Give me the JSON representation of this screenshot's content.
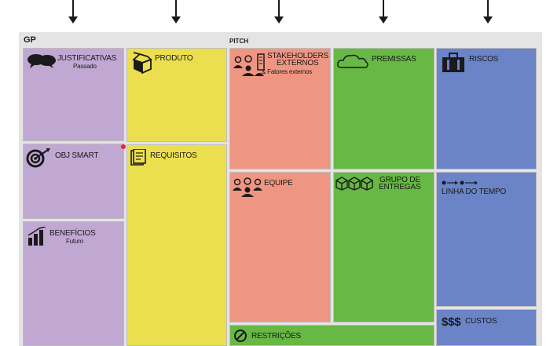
{
  "headers": {
    "gp": "GP",
    "pitch": "PITCH"
  },
  "cells": {
    "justificativas": {
      "title": "JUSTIFICATIVAS",
      "sub": "Passado"
    },
    "obj_smart": {
      "title": "OBJ SMART"
    },
    "beneficios": {
      "title": "BENEFÍCIOS",
      "sub": "Futuro"
    },
    "produto": {
      "title": "PRODUTO"
    },
    "requisitos": {
      "title": "REQUISITOS"
    },
    "stakeholders": {
      "line1": "STAKEHOLDERS",
      "line2": "EXTERNOS",
      "sub": "& Fatores externos"
    },
    "equipe": {
      "title": "EQUIPE"
    },
    "restricoes": {
      "title": "RESTRIÇÕES"
    },
    "premissas": {
      "title": "PREMISSAS"
    },
    "grupo": {
      "line1": "GRUPO DE",
      "line2": "ENTREGAS"
    },
    "riscos": {
      "title": "RISCOS"
    },
    "linha": {
      "title": "LINHA DO TEMPO"
    },
    "custos": {
      "title": "CUSTOS",
      "symbol": "$$$"
    }
  },
  "colors": {
    "purple": "#c1a8d3",
    "yellow": "#ebdf50",
    "salmon": "#ef9683",
    "green": "#67b844",
    "blue": "#6b84c7",
    "marker": "#e8262a"
  },
  "icons": [
    "speech-bubbles-icon",
    "target-icon",
    "bar-chart-icon",
    "box-icon",
    "document-icon",
    "people-icon",
    "cloud-icon",
    "boxes-icon",
    "briefcase-icon",
    "timeline-icon",
    "forbidden-icon"
  ]
}
